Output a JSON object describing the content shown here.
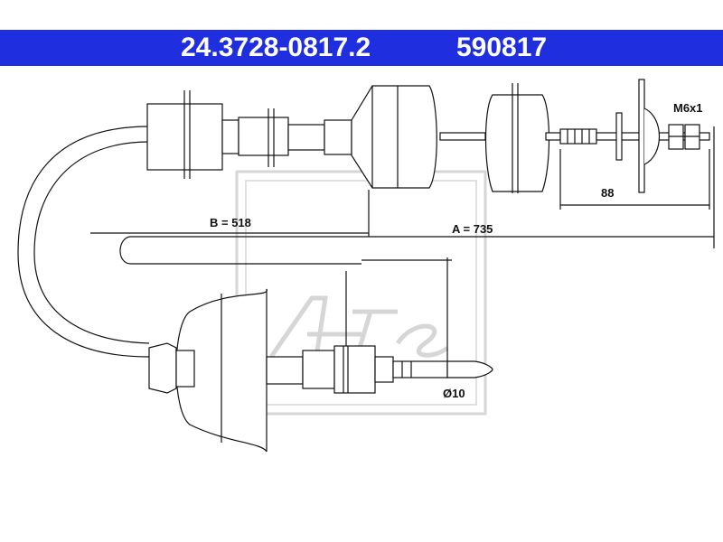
{
  "header": {
    "part_number": "24.3728-0817.2",
    "ref_number": "590817",
    "bg_color": "#1f2fe0"
  },
  "dimensions": {
    "thread": "M6x1",
    "length_88": "88",
    "b_label": "B = 518",
    "a_label": "A = 735",
    "diameter": "Ø10"
  },
  "watermark": {
    "logo_text": "Ate"
  }
}
